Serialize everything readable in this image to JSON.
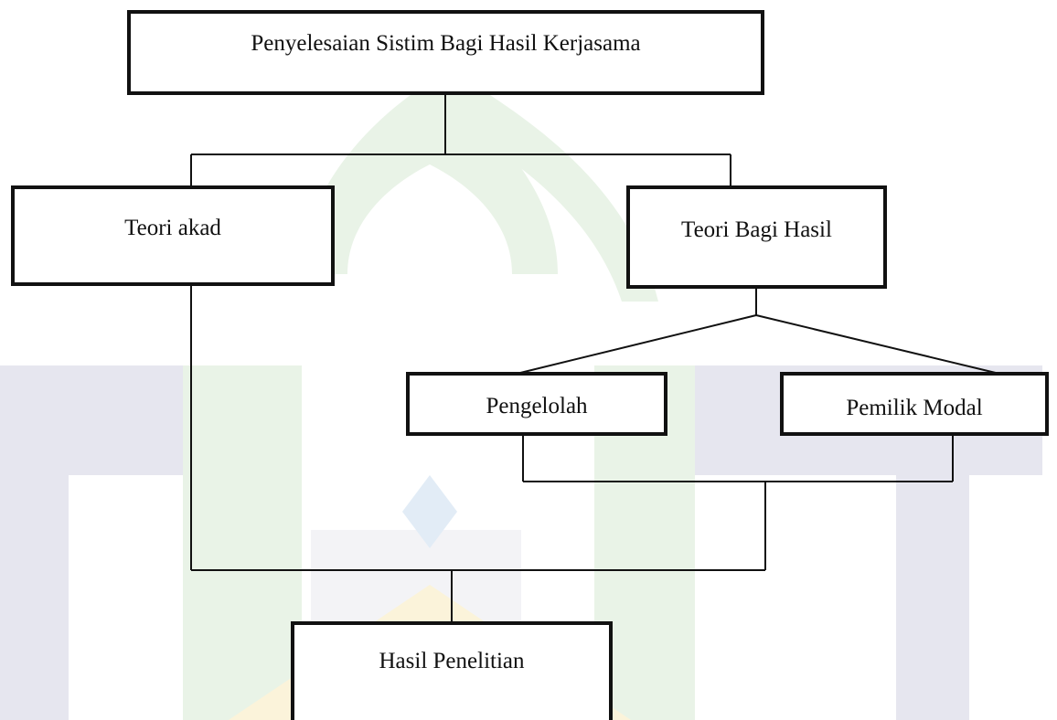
{
  "colors": {
    "watermark_green": "#e9f3e7",
    "watermark_blue": "#e6e6ef",
    "watermark_gold": "#fbf3da",
    "line": "#111111"
  },
  "nodes": {
    "root": "Penyelesaian Sistim Bagi Hasil Kerjasama",
    "teori_akad": "Teori akad",
    "teori_bagi_hasil": "Teori Bagi Hasil",
    "pengelolah": "Pengelolah",
    "pemilik_modal": "Pemilik Modal",
    "hasil_penelitian": "Hasil Penelitian"
  }
}
